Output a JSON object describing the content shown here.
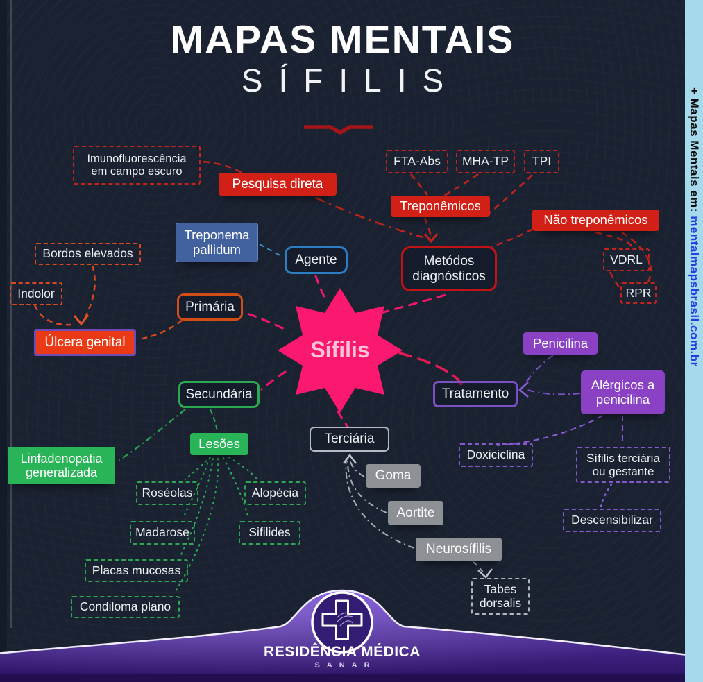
{
  "header": {
    "title_line1": "MAPAS MENTAIS",
    "title_line2": "SÍFILIS"
  },
  "center_node": "Sífilis",
  "nodes": {
    "imunofluorescencia": "Imunofluorescência em campo escuro",
    "pesquisa_direta": "Pesquisa direta",
    "fta_abs": "FTA-Abs",
    "mha_tp": "MHA-TP",
    "tpi": "TPI",
    "treponemicos": "Treponêmicos",
    "nao_treponemicos": "Não treponêmicos",
    "treponema_pallidum": "Treponema pallidum",
    "agente": "Agente",
    "metodos_diagnosticos": "Metódos diagnósticos",
    "vdrl": "VDRL",
    "rpr": "RPR",
    "bordos_elevados": "Bordos elevados",
    "indolor": "Indolor",
    "primaria": "Primária",
    "ulcera_genital": "Úlcera genital",
    "penicilina": "Penicilina",
    "tratamento": "Tratamento",
    "alergicos_penicilina": "Alérgicos a penicilina",
    "secundaria": "Secundária",
    "lesoes": "Lesões",
    "linfadenopatia": "Linfadenopatia generalizada",
    "terciaria": "Terciária",
    "goma": "Goma",
    "aortite": "Aortite",
    "neurosifilis": "Neurosífilis",
    "tabes_dorsalis": "Tabes dorsalis",
    "doxiciclina": "Doxiciclina",
    "sifilis_terciaria_gestante": "Sífilis terciária ou gestante",
    "descensibilizar": "Descensibilizar",
    "roseolas": "Roséolas",
    "alopecia": "Alopécia",
    "madarose": "Madarose",
    "sifilides": "Sifilides",
    "placas_mucosas": "Placas mucosas",
    "condiloma_plano": "Condiloma plano"
  },
  "footer": {
    "brand": "RESIDÊNCIA MÉDICA",
    "brand_sub": "SANAR"
  },
  "sidebar": {
    "label": "+ Mapas Mentais em: ",
    "url": "mentalmapsbrasil.com.br"
  },
  "colors": {
    "background": "#1a2231",
    "red": "#d32017",
    "orange": "#e93a15",
    "blue": "#42629f",
    "purple": "#8a41c4",
    "green": "#28b457",
    "gray": "#8d9095",
    "pink_star": "#fb1970",
    "sidebar_bg": "#a6d9ec",
    "sidebar_link": "#1f3de0",
    "footer_purple": "#55309e"
  }
}
